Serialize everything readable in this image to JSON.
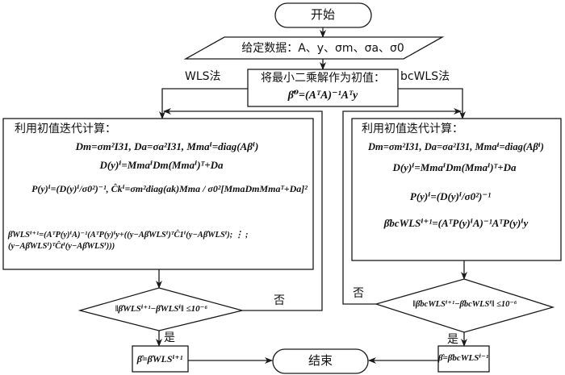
{
  "flowchart": {
    "start": {
      "label": "开始"
    },
    "end": {
      "label": "结束"
    },
    "input": {
      "label": "给定数据：A、y、σm、σa、σ0"
    },
    "init": {
      "line1": "将最小二乘解作为初值：",
      "line2": "β̂⁰=(AᵀA)⁻¹Aᵀy"
    },
    "branch_left_label": "WLS法",
    "branch_right_label": "bcWLS法",
    "wls_box": {
      "title": "利用初值迭代计算：",
      "eq1": "Dm=σm²I31, Da=σa²I31, Mmaⁱ=diag(Aβⁱ)",
      "eq2": "D(y)ⁱ=MmaⁱDm(Mmaⁱ)ᵀ+Da",
      "eq3": "P(y)ⁱ=(D(y)ⁱ/σ0²)⁻¹,  Ĉkⁱ=σm²diag(ak)Mma / σ0²[MmaDmMmaᵀ+Da]²",
      "eq4": "β̂WLSⁱ⁺¹=(AᵀP(y)ⁱA)⁻¹(AᵀP(y)ⁱy+((y−Aβ̂WLSⁱ)ᵀĈ1ⁱ(y−Aβ̂WLSⁱ); ⋮ ; (y−Aβ̂WLSⁱ)ᵀĈtⁱ(y−Aβ̂WLSⁱ)))"
    },
    "bcwls_box": {
      "title": "利用初值迭代计算：",
      "eq1": "Dm=σm²I31, Da=σa²I31, Mmaⁱ=diag(Aβⁱ)",
      "eq2": "D(y)ⁱ=MmaⁱDm(Mmaⁱ)ᵀ+Da",
      "eq3": "P(y)ⁱ=(D(y)ⁱ/σ0²)⁻¹",
      "eq4": "β̂bcWLSⁱ⁺¹=(AᵀP(y)ⁱA)⁻¹AᵀP(y)ⁱy"
    },
    "wls_decision": {
      "label": "‖β̂WLSⁱ⁺¹−β̂WLSⁱ‖ ≤10⁻⁶",
      "yes": "是",
      "no": "否"
    },
    "bcwls_decision": {
      "label": "‖β̂bcWLSⁱ⁺¹−β̂bcWLSⁱ‖ ≤10⁻⁶",
      "yes": "是",
      "no": "否"
    },
    "wls_result": {
      "label": "β̂=β̂WLSⁱ⁺¹"
    },
    "bcwls_result": {
      "label": "β̂=β̂bcWLSⁱ⁻¹"
    }
  }
}
